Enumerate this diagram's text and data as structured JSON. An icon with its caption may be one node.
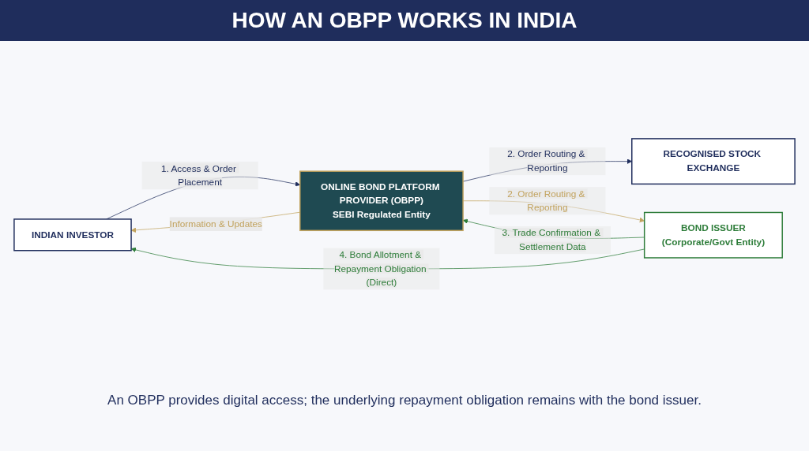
{
  "diagram": {
    "title": "HOW AN OBPP WORKS IN INDIA",
    "caption": "An OBPP provides digital access; the underlying repayment obligation remains with the bond issuer.",
    "nodes": [
      {
        "text": [
          "INDIAN INVESTOR"
        ]
      },
      {
        "text": [
          "ONLINE BOND PLATFORM PROVIDER (OBPP)",
          "SEBI Regulated Entity"
        ]
      },
      {
        "text": [
          "RECOGNISED STOCK EXCHANGE"
        ]
      },
      {
        "text": [
          "BOND ISSUER",
          "(Corporate/Govt Entity)"
        ]
      }
    ],
    "edges": [
      {
        "from": 0,
        "to": 1,
        "arrow": "to",
        "label": "1. Access & Order Placement",
        "color": "#1f2d5c"
      },
      {
        "from": 1,
        "to": 0,
        "arrow": "to",
        "label": "Information & Updates",
        "color": "#c2a35e"
      },
      {
        "from": 1,
        "to": 2,
        "arrow": "to",
        "label": "2. Order Routing & Reporting",
        "color": "#1f2d5c"
      },
      {
        "from": 1,
        "to": 3,
        "arrow": "to",
        "label": "2. Order Routing & Reporting",
        "color": "#c2a35e"
      },
      {
        "from": 3,
        "to": 1,
        "arrow": "to",
        "label": "3. Trade Confirmation & Settlement Data",
        "color": "#2e7d3a"
      },
      {
        "from": 3,
        "to": 0,
        "arrow": "to",
        "label": "4. Bond Allotment & Repayment Obligation (Direct)",
        "color": "#2e7d3a"
      }
    ]
  }
}
